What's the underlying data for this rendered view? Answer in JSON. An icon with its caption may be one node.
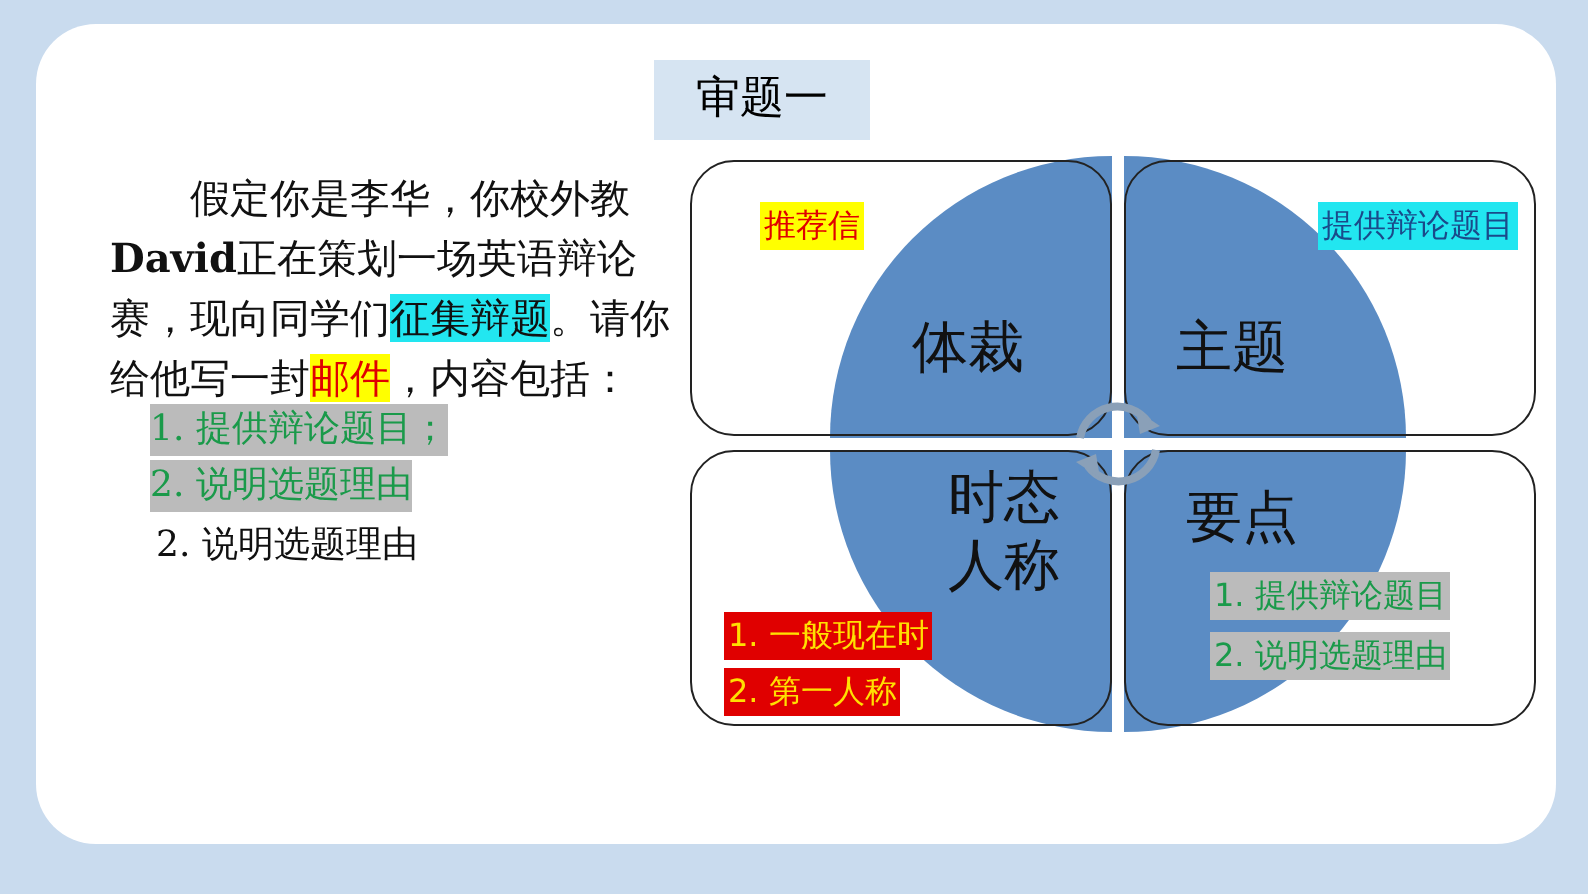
{
  "diagram": {
    "title": "审题一",
    "nodes": [
      {
        "text": [
          "推荐信",
          "体裁"
        ]
      },
      {
        "text": [
          "提供辩论题目",
          "主题"
        ]
      },
      {
        "text": [
          "时态人称",
          "1. 一般现在时",
          "2. 第一人称"
        ]
      },
      {
        "text": [
          "要点",
          "1. 提供辩论题目",
          "2. 说明选题理由"
        ]
      }
    ],
    "edges": [],
    "labels": [
      "假定你是李华，你校外教**David**正在策划一场英语辩论赛，现向同学们",
      "征集辩题",
      "。请你给他写一封",
      "邮件",
      "，内容包括：",
      "1. 提供辩论题目；",
      "2. 说明选题理由",
      "2. 说明选题理由"
    ]
  }
}
